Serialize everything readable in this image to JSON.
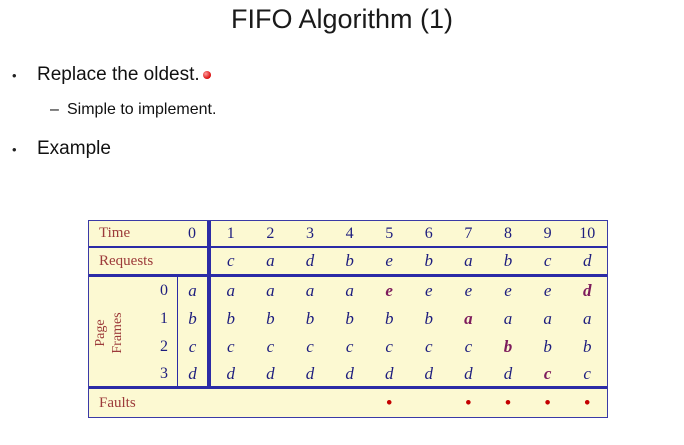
{
  "slide": {
    "title": "FIFO Algorithm (1)",
    "bullets": [
      {
        "glyph": "•",
        "text": "Replace the oldest."
      },
      {
        "glyph": "–",
        "text": "Simple to implement."
      },
      {
        "glyph": "•",
        "text": "Example"
      }
    ]
  },
  "colors": {
    "table_background": "#fcf9d2",
    "table_border": "#3a3aa6",
    "line_blue": "#2b2ba6",
    "text_navy": "#1d1d7e",
    "label_maroon": "#9c3a3a",
    "new_entry": "#7d1b5c",
    "fault_red": "#c40000"
  },
  "table": {
    "labels": {
      "time": "Time",
      "requests": "Requests",
      "page_frames_lines": [
        "Page",
        "Frames"
      ],
      "faults": "Faults"
    },
    "times": [
      "0",
      "1",
      "2",
      "3",
      "4",
      "5",
      "6",
      "7",
      "8",
      "9",
      "10"
    ],
    "requests": [
      "",
      "c",
      "a",
      "d",
      "b",
      "e",
      "b",
      "a",
      "b",
      "c",
      "d"
    ],
    "frame_rows": [
      {
        "frame": "0",
        "initial": "a",
        "cells": [
          {
            "v": "a"
          },
          {
            "v": "a"
          },
          {
            "v": "a"
          },
          {
            "v": "a"
          },
          {
            "v": "e",
            "new": true
          },
          {
            "v": "e"
          },
          {
            "v": "e"
          },
          {
            "v": "e"
          },
          {
            "v": "e"
          },
          {
            "v": "d",
            "new": true
          }
        ]
      },
      {
        "frame": "1",
        "initial": "b",
        "cells": [
          {
            "v": "b"
          },
          {
            "v": "b"
          },
          {
            "v": "b"
          },
          {
            "v": "b"
          },
          {
            "v": "b"
          },
          {
            "v": "b"
          },
          {
            "v": "a",
            "new": true
          },
          {
            "v": "a"
          },
          {
            "v": "a"
          },
          {
            "v": "a"
          }
        ]
      },
      {
        "frame": "2",
        "initial": "c",
        "cells": [
          {
            "v": "c"
          },
          {
            "v": "c"
          },
          {
            "v": "c"
          },
          {
            "v": "c"
          },
          {
            "v": "c"
          },
          {
            "v": "c"
          },
          {
            "v": "c"
          },
          {
            "v": "b",
            "new": true
          },
          {
            "v": "b"
          },
          {
            "v": "b"
          }
        ]
      },
      {
        "frame": "3",
        "initial": "d",
        "cells": [
          {
            "v": "d"
          },
          {
            "v": "d"
          },
          {
            "v": "d"
          },
          {
            "v": "d"
          },
          {
            "v": "d"
          },
          {
            "v": "d"
          },
          {
            "v": "d"
          },
          {
            "v": "d"
          },
          {
            "v": "c",
            "new": true
          },
          {
            "v": "c"
          }
        ]
      }
    ],
    "faults": [
      false,
      false,
      false,
      false,
      false,
      true,
      false,
      true,
      true,
      true,
      true
    ],
    "fault_dot": "•"
  }
}
